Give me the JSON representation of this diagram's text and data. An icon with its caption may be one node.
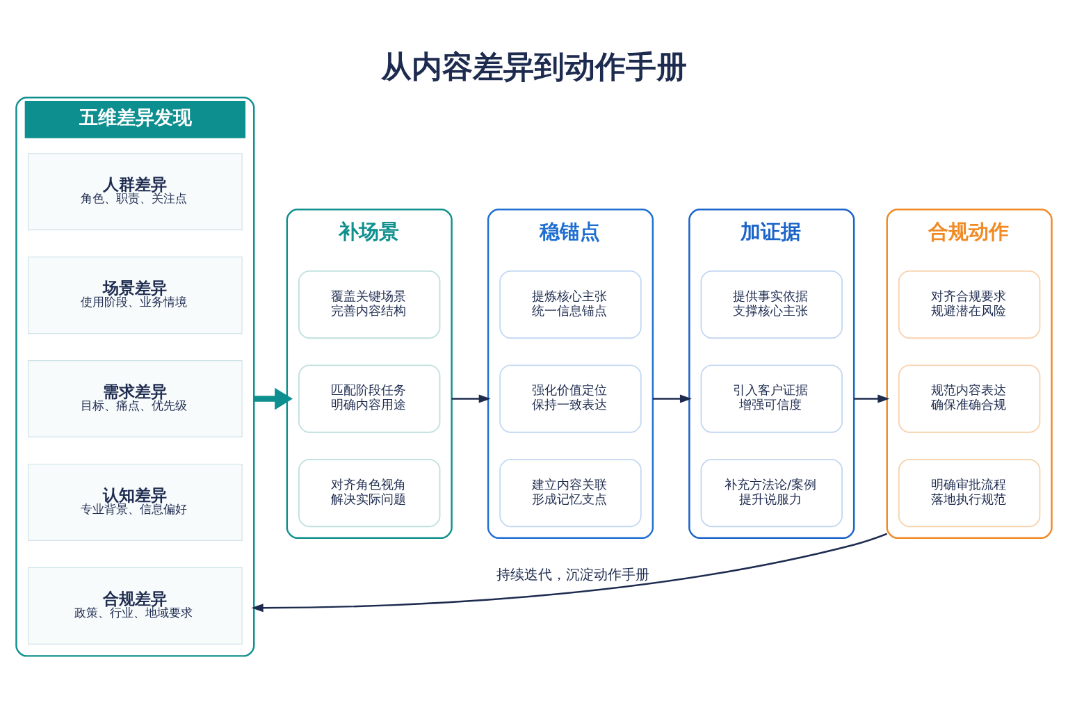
{
  "diagram": {
    "title": "从内容差异到动作手册",
    "nodes": [
      {
        "text": [
          "五维差异发现"
        ]
      },
      {
        "text": [
          "人群差异",
          "角色、职责、关注点"
        ],
        "in": 0
      },
      {
        "text": [
          "场景差异",
          "使用阶段、业务情境"
        ],
        "in": 0
      },
      {
        "text": [
          "需求差异",
          "目标、痛点、优先级"
        ],
        "in": 0
      },
      {
        "text": [
          "认知差异",
          "专业背景、信息偏好"
        ],
        "in": 0
      },
      {
        "text": [
          "合规差异",
          "政策、行业、地域要求"
        ],
        "in": 0
      },
      {
        "text": [
          "补场景"
        ]
      },
      {
        "text": [
          "覆盖关键场景",
          "完善内容结构"
        ],
        "in": 6
      },
      {
        "text": [
          "匹配阶段任务",
          "明确内容用途"
        ],
        "in": 6
      },
      {
        "text": [
          "对齐角色视角",
          "解决实际问题"
        ],
        "in": 6
      },
      {
        "text": [
          "稳锚点"
        ]
      },
      {
        "text": [
          "提炼核心主张",
          "统一信息锚点"
        ],
        "in": 10
      },
      {
        "text": [
          "强化价值定位",
          "保持一致表达"
        ],
        "in": 10
      },
      {
        "text": [
          "建立内容关联",
          "形成记忆支点"
        ],
        "in": 10
      },
      {
        "text": [
          "加证据"
        ]
      },
      {
        "text": [
          "提供事实依据",
          "支撑核心主张"
        ],
        "in": 14
      },
      {
        "text": [
          "引入客户证据",
          "增强可信度"
        ],
        "in": 14
      },
      {
        "text": [
          "补充方法论/案例",
          "提升说服力"
        ],
        "in": 14
      },
      {
        "text": [
          "合规动作"
        ]
      },
      {
        "text": [
          "对齐合规要求",
          "规避潜在风险"
        ],
        "in": 18
      },
      {
        "text": [
          "规范内容表达",
          "确保准确合规"
        ],
        "in": 18
      },
      {
        "text": [
          "明确审批流程",
          "落地执行规范"
        ],
        "in": 18
      }
    ],
    "edges": [
      {
        "from": 0,
        "to": 6,
        "arrow": "to",
        "style": "thick",
        "color": "#0e8f8f"
      },
      {
        "from": 6,
        "to": 10,
        "arrow": "to"
      },
      {
        "from": 10,
        "to": 14,
        "arrow": "to"
      },
      {
        "from": 14,
        "to": 18,
        "arrow": "to"
      },
      {
        "from": 18,
        "to": 0,
        "arrow": "to",
        "label": "持续迭代，沉淀动作手册"
      }
    ]
  }
}
